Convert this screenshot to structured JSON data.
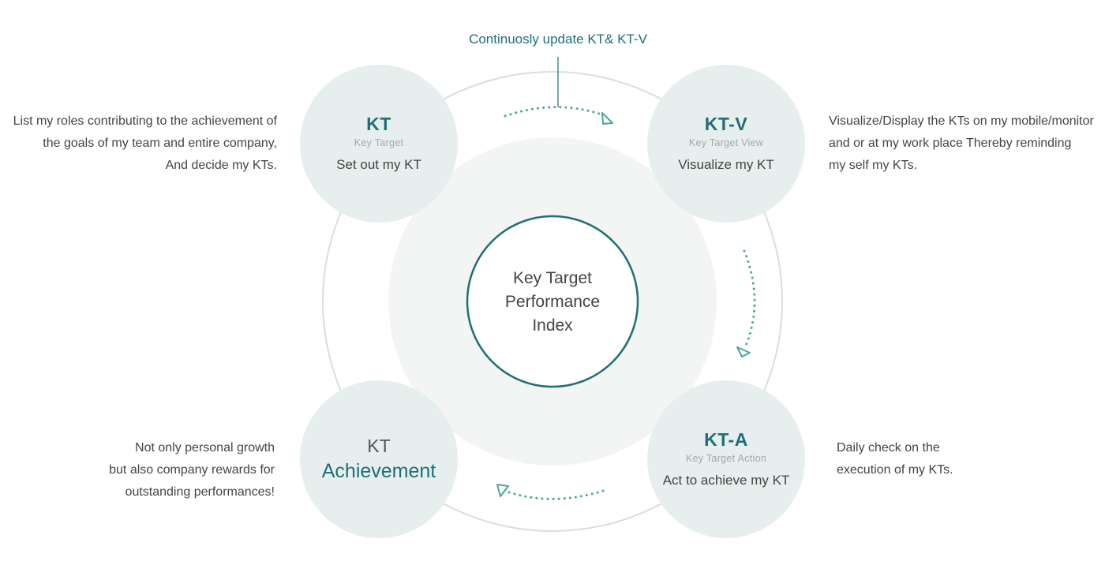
{
  "top_note": "Continuosly update KT& KT-V",
  "center": {
    "lines": [
      "Key Target",
      "Performance",
      "Index"
    ]
  },
  "nodes": {
    "kt": {
      "code": "KT",
      "sub": "Key Target",
      "action": "Set out my KT"
    },
    "ktv": {
      "code": "KT-V",
      "sub": "Key Target View",
      "action": "Visualize my KT"
    },
    "kta": {
      "code": "KT-A",
      "sub": "Key Target Action",
      "action_lines": [
        "Act to achieve",
        "my KT"
      ]
    },
    "ach": {
      "line1": "KT",
      "line2": "Achievement"
    }
  },
  "descriptions": {
    "kt": [
      "List my roles contributing to the achievement of",
      "the goals of my team and entire company,",
      "And decide my KTs."
    ],
    "ktv": [
      "Visualize/Display the KTs on my mobile/monitor",
      "and or at my work place Thereby reminding",
      "my self my KTs."
    ],
    "kta": [
      "Daily check on the",
      "execution of my KTs."
    ],
    "ach": [
      "Not only personal growth",
      "but also company rewards for",
      "outstanding performances!"
    ]
  },
  "colors": {
    "accent": "#1f6f74",
    "arrow": "#4aa69e",
    "node_fill": "#e7efee",
    "inner_fill": "#f3f4f4",
    "ring": "#dcdcdc"
  },
  "icons": [
    "dotted-arrow-icon"
  ]
}
